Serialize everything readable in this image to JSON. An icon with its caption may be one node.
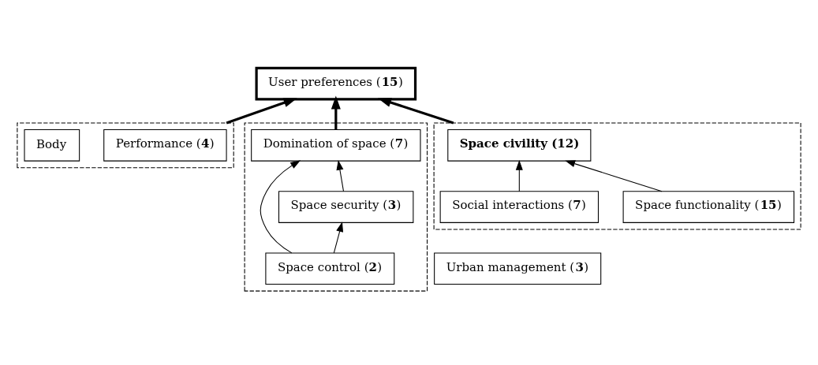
{
  "diagram": {
    "nodes": [
      {
        "text": [],
        "shape": "box"
      },
      {
        "text": [
          "**Space civility (12)**"
        ],
        "in": 0
      },
      {
        "text": [
          "Space functionality (**15**)"
        ],
        "in": 0
      },
      {
        "text": [
          "Social interactions (**7**)"
        ],
        "in": 0
      },
      {
        "text": [
          "User preferences (**15**)"
        ]
      },
      {
        "text": [],
        "shape": "box"
      },
      {
        "text": [
          "Performance (**4**)"
        ],
        "in": 5
      },
      {
        "text": [
          "Body"
        ],
        "in": 5
      },
      {
        "text": [],
        "shape": "box"
      },
      {
        "text": [
          "Domination of space (**7**)"
        ],
        "in": 8
      },
      {
        "text": [
          "Space security (**3**)"
        ],
        "in": 8
      },
      {
        "text": [
          "Space control (**2**)"
        ],
        "in": 8
      },
      {
        "text": [
          "Urban management (**3**)"
        ]
      }
    ],
    "edges": [
      {
        "from": 2,
        "to": 1,
        "arrow": "to"
      },
      {
        "from": 3,
        "to": 1,
        "arrow": "to"
      },
      {
        "from": 0,
        "to": 4,
        "arrow": "to",
        "style": "thick"
      },
      {
        "from": 5,
        "to": 4,
        "arrow": "to",
        "style": "thick"
      },
      {
        "from": 9,
        "to": 4,
        "arrow": "to",
        "style": "thick"
      },
      {
        "from": 10,
        "to": 9,
        "arrow": "to"
      },
      {
        "from": 11,
        "to": 10,
        "arrow": "to"
      },
      {
        "from": 11,
        "to": 9,
        "arrow": "to"
      }
    ]
  }
}
